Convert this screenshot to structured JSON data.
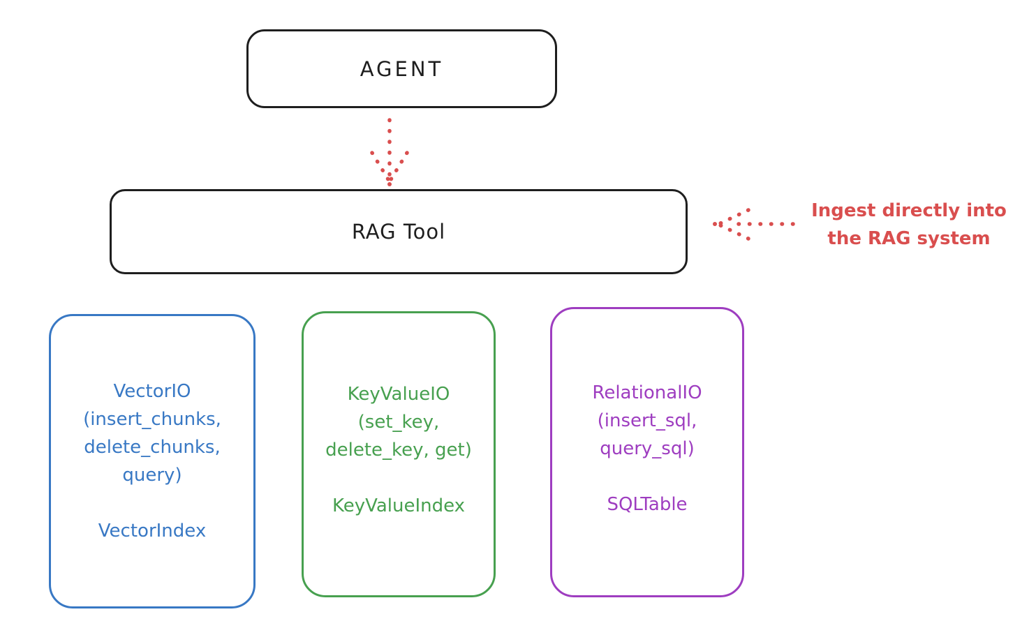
{
  "diagram": {
    "nodes": {
      "agent": {
        "label": "AGENT"
      },
      "rag_tool": {
        "label": "RAG Tool"
      }
    },
    "annotation": {
      "text": "Ingest directly into\nthe RAG system",
      "color": "#d94e4e"
    },
    "arrows": [
      {
        "name": "agent-to-rag-arrow",
        "style": "dotted",
        "direction": "down",
        "color": "#d94e4e"
      },
      {
        "name": "ingest-into-rag-arrow",
        "style": "dotted",
        "direction": "left",
        "color": "#d94e4e"
      }
    ],
    "backends": [
      {
        "title": "VectorIO",
        "methods": "(insert_chunks,\ndelete_chunks,\nquery)",
        "index_label": "VectorIndex",
        "color": "#3878c4"
      },
      {
        "title": "KeyValueIO",
        "methods": "(set_key,\ndelete_key, get)",
        "index_label": "KeyValueIndex",
        "color": "#47a04f"
      },
      {
        "title": "RelationalIO",
        "methods": "(insert_sql,\nquery_sql)",
        "index_label": "SQLTable",
        "color": "#9e3dc0"
      }
    ],
    "colors": {
      "stroke": "#1e1e1e",
      "background": "#ffffff",
      "accent_red": "#d94e4e"
    }
  }
}
